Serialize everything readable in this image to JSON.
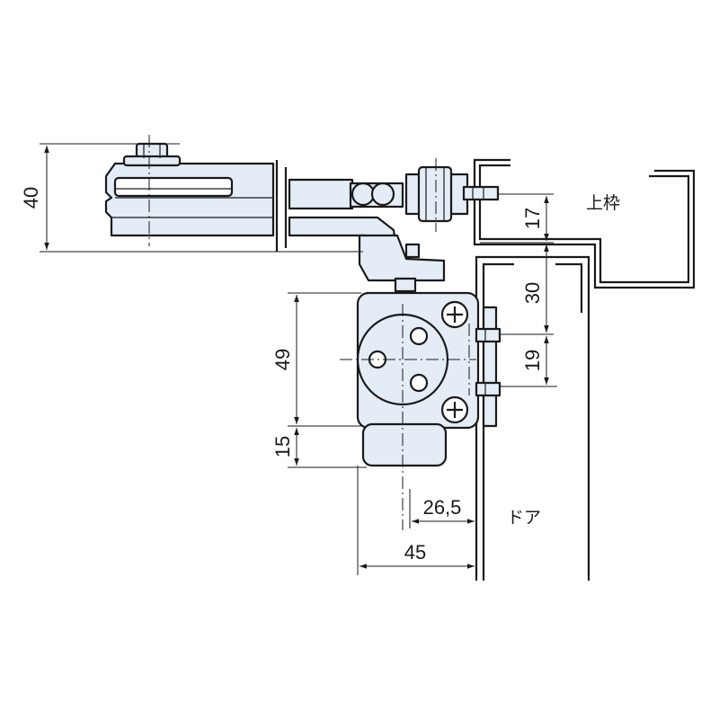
{
  "dimensions": {
    "d40": "40",
    "d17": "17",
    "d30": "30",
    "d49": "49",
    "d19": "19",
    "d15": "15",
    "d26_5": "26,5",
    "d45": "45"
  },
  "labels": {
    "upper_frame": "上枠",
    "door": "ドア"
  },
  "colors": {
    "part_fill": "#e4ecf6",
    "line": "#1a1a1a"
  }
}
